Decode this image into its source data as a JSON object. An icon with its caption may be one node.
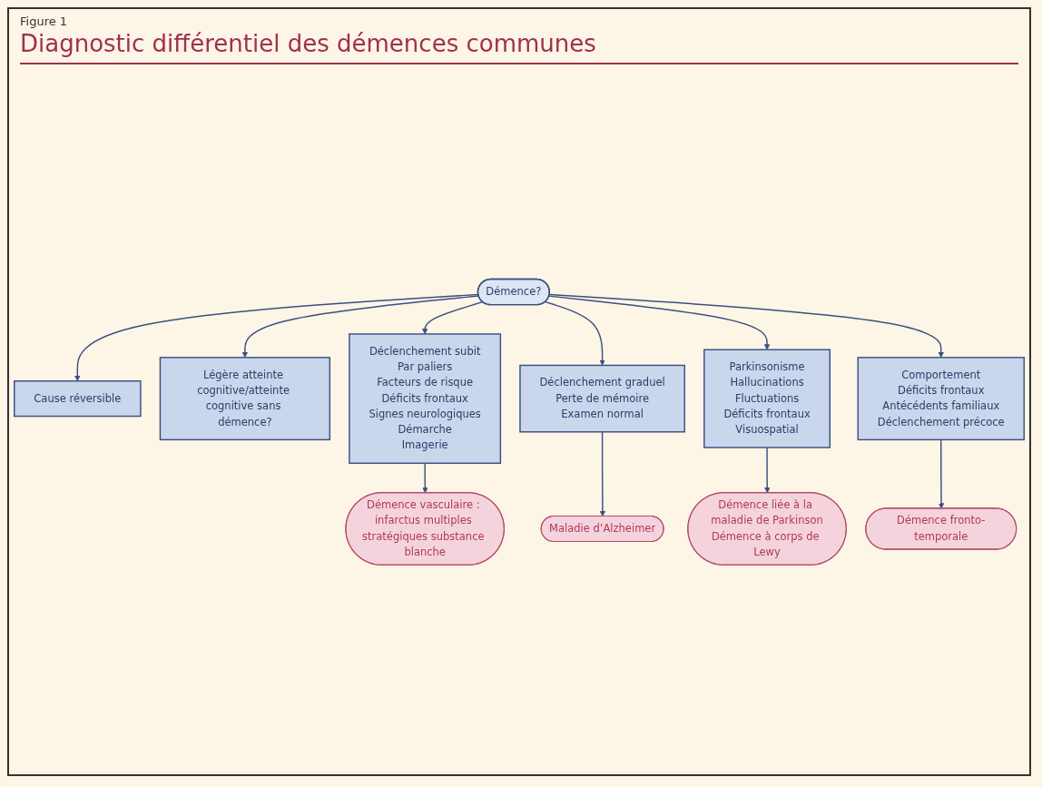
{
  "diagram": {
    "title": "Diagnostic différentiel des démences communes",
    "nodes": [
      {
        "text": [
          "Cause réversible"
        ]
      },
      {
        "text": [
          "Démence?"
        ]
      },
      {
        "text": [
          "Légère atteinte cognitive/atteinte cognitive sans démence?"
        ]
      },
      {
        "text": [
          "Déclenchement subit",
          "Par paliers",
          "Facteurs de risque",
          "Déficits frontaux",
          "Signes neurologiques",
          "Démarche",
          "Imagerie"
        ]
      },
      {
        "text": [
          "Déclenchement graduel",
          "Perte de mémoire",
          "Examen normal"
        ]
      },
      {
        "text": [
          "Parkinsonisme",
          "Hallucinations",
          "Fluctuations",
          "Déficits frontaux",
          "Visuospatial"
        ]
      },
      {
        "text": [
          "Comportement",
          "Déficits frontaux",
          "Antécédents familiaux",
          "Déclenchement précoce"
        ]
      },
      {
        "text": [
          "Démence vasculaire : infarctus multiples stratégiques substance blanche"
        ]
      },
      {
        "text": [
          "Maladie d’Alzheimer"
        ]
      },
      {
        "text": [
          "Démence liée à la maladie de Parkinson",
          "Démence à corps de Lewy"
        ]
      },
      {
        "text": [
          "Démence fronto-temporale"
        ]
      }
    ],
    "edges": [
      {
        "from": 1,
        "to": 0,
        "arrow": "to"
      },
      {
        "from": 1,
        "to": 2,
        "arrow": "to"
      },
      {
        "from": 1,
        "to": 3,
        "arrow": "to"
      },
      {
        "from": 1,
        "to": 4,
        "arrow": "to"
      },
      {
        "from": 1,
        "to": 5,
        "arrow": "to"
      },
      {
        "from": 1,
        "to": 6,
        "arrow": "to"
      },
      {
        "from": 3,
        "to": 7,
        "arrow": "to"
      },
      {
        "from": 4,
        "to": 8,
        "arrow": "to"
      },
      {
        "from": 5,
        "to": 9,
        "arrow": "to"
      },
      {
        "from": 6,
        "to": 10,
        "arrow": "to"
      }
    ],
    "labels": [
      "Figure 1"
    ]
  }
}
